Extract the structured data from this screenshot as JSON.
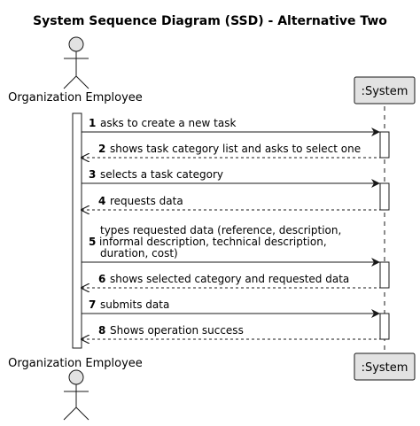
{
  "title": "System Sequence Diagram (SSD) - Alternative Two",
  "participants": {
    "actor": "Organization Employee",
    "system": ":System"
  },
  "messages": [
    {
      "num": "1",
      "lines": [
        "asks to create a new task"
      ],
      "kind": "request"
    },
    {
      "num": "2",
      "lines": [
        "shows task category list and asks to select one"
      ],
      "kind": "response"
    },
    {
      "num": "3",
      "lines": [
        "selects a task category"
      ],
      "kind": "request"
    },
    {
      "num": "4",
      "lines": [
        "requests data"
      ],
      "kind": "response"
    },
    {
      "num": "5",
      "lines": [
        "types requested data (reference, description,",
        "informal description, technical description,",
        "duration, cost)"
      ],
      "kind": "request"
    },
    {
      "num": "6",
      "lines": [
        "shows selected category and requested data"
      ],
      "kind": "response"
    },
    {
      "num": "7",
      "lines": [
        "submits data"
      ],
      "kind": "request"
    },
    {
      "num": "8",
      "lines": [
        "Shows operation success"
      ],
      "kind": "response"
    }
  ],
  "colors": {
    "participant_fill": "#e2e2e2",
    "line": "#181818",
    "lifeline": "#181818",
    "activation_fill": "#ffffff"
  }
}
